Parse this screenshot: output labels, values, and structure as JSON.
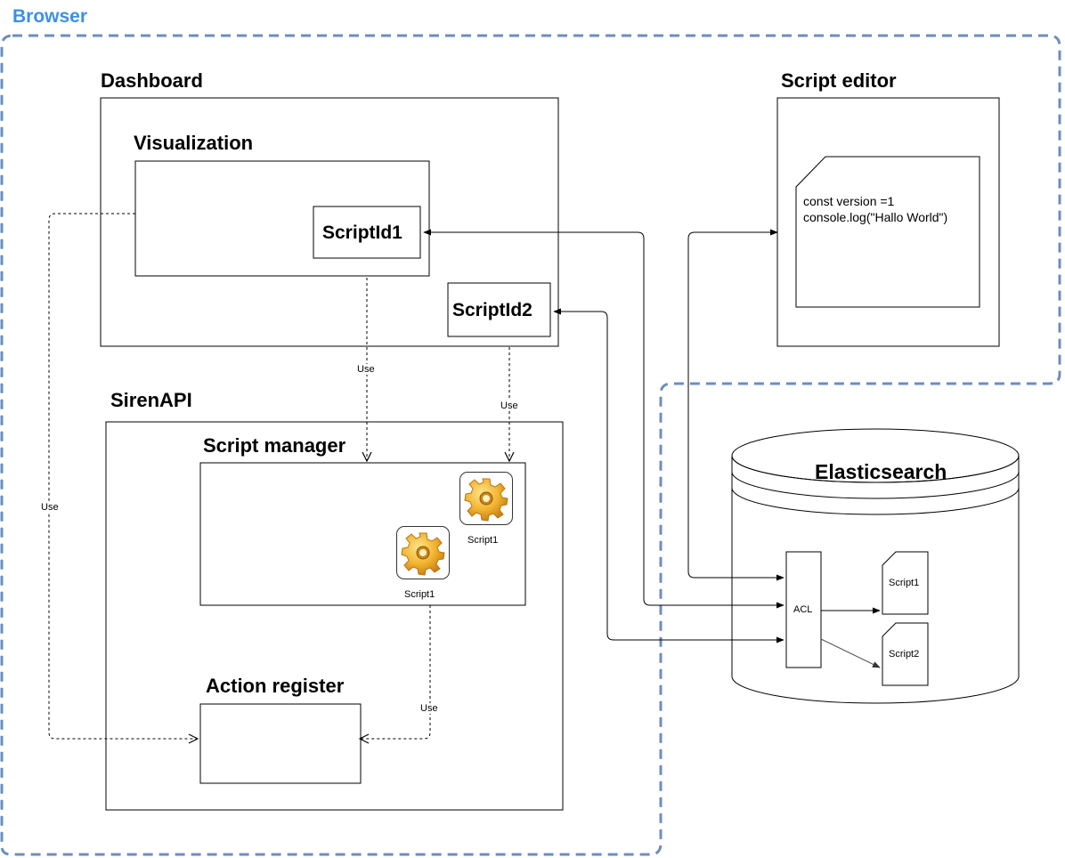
{
  "browser": {
    "title": "Browser"
  },
  "dashboard": {
    "title": "Dashboard",
    "visualization": {
      "title": "Visualization"
    },
    "script_id_1": "ScriptId1",
    "script_id_2": "ScriptId2"
  },
  "script_editor": {
    "title": "Script editor",
    "code_lines": [
      "const version =1",
      "console.log(\"Hallo World\")"
    ]
  },
  "siren_api": {
    "title": "SirenAPI",
    "script_manager": {
      "title": "Script manager",
      "scripts": [
        {
          "label": "Script1",
          "icon": "gear-icon"
        },
        {
          "label": "Script1",
          "icon": "gear-icon"
        }
      ]
    },
    "action_register": {
      "title": "Action register"
    }
  },
  "elasticsearch": {
    "title": "Elasticsearch",
    "acl": "ACL",
    "docs": [
      "Script1",
      "Script2"
    ]
  },
  "edges": {
    "use_label": "Use"
  },
  "colors": {
    "browser_title": "#3d8fe8",
    "browser_border": "#6c8ebf",
    "gear": "#e8a020"
  }
}
